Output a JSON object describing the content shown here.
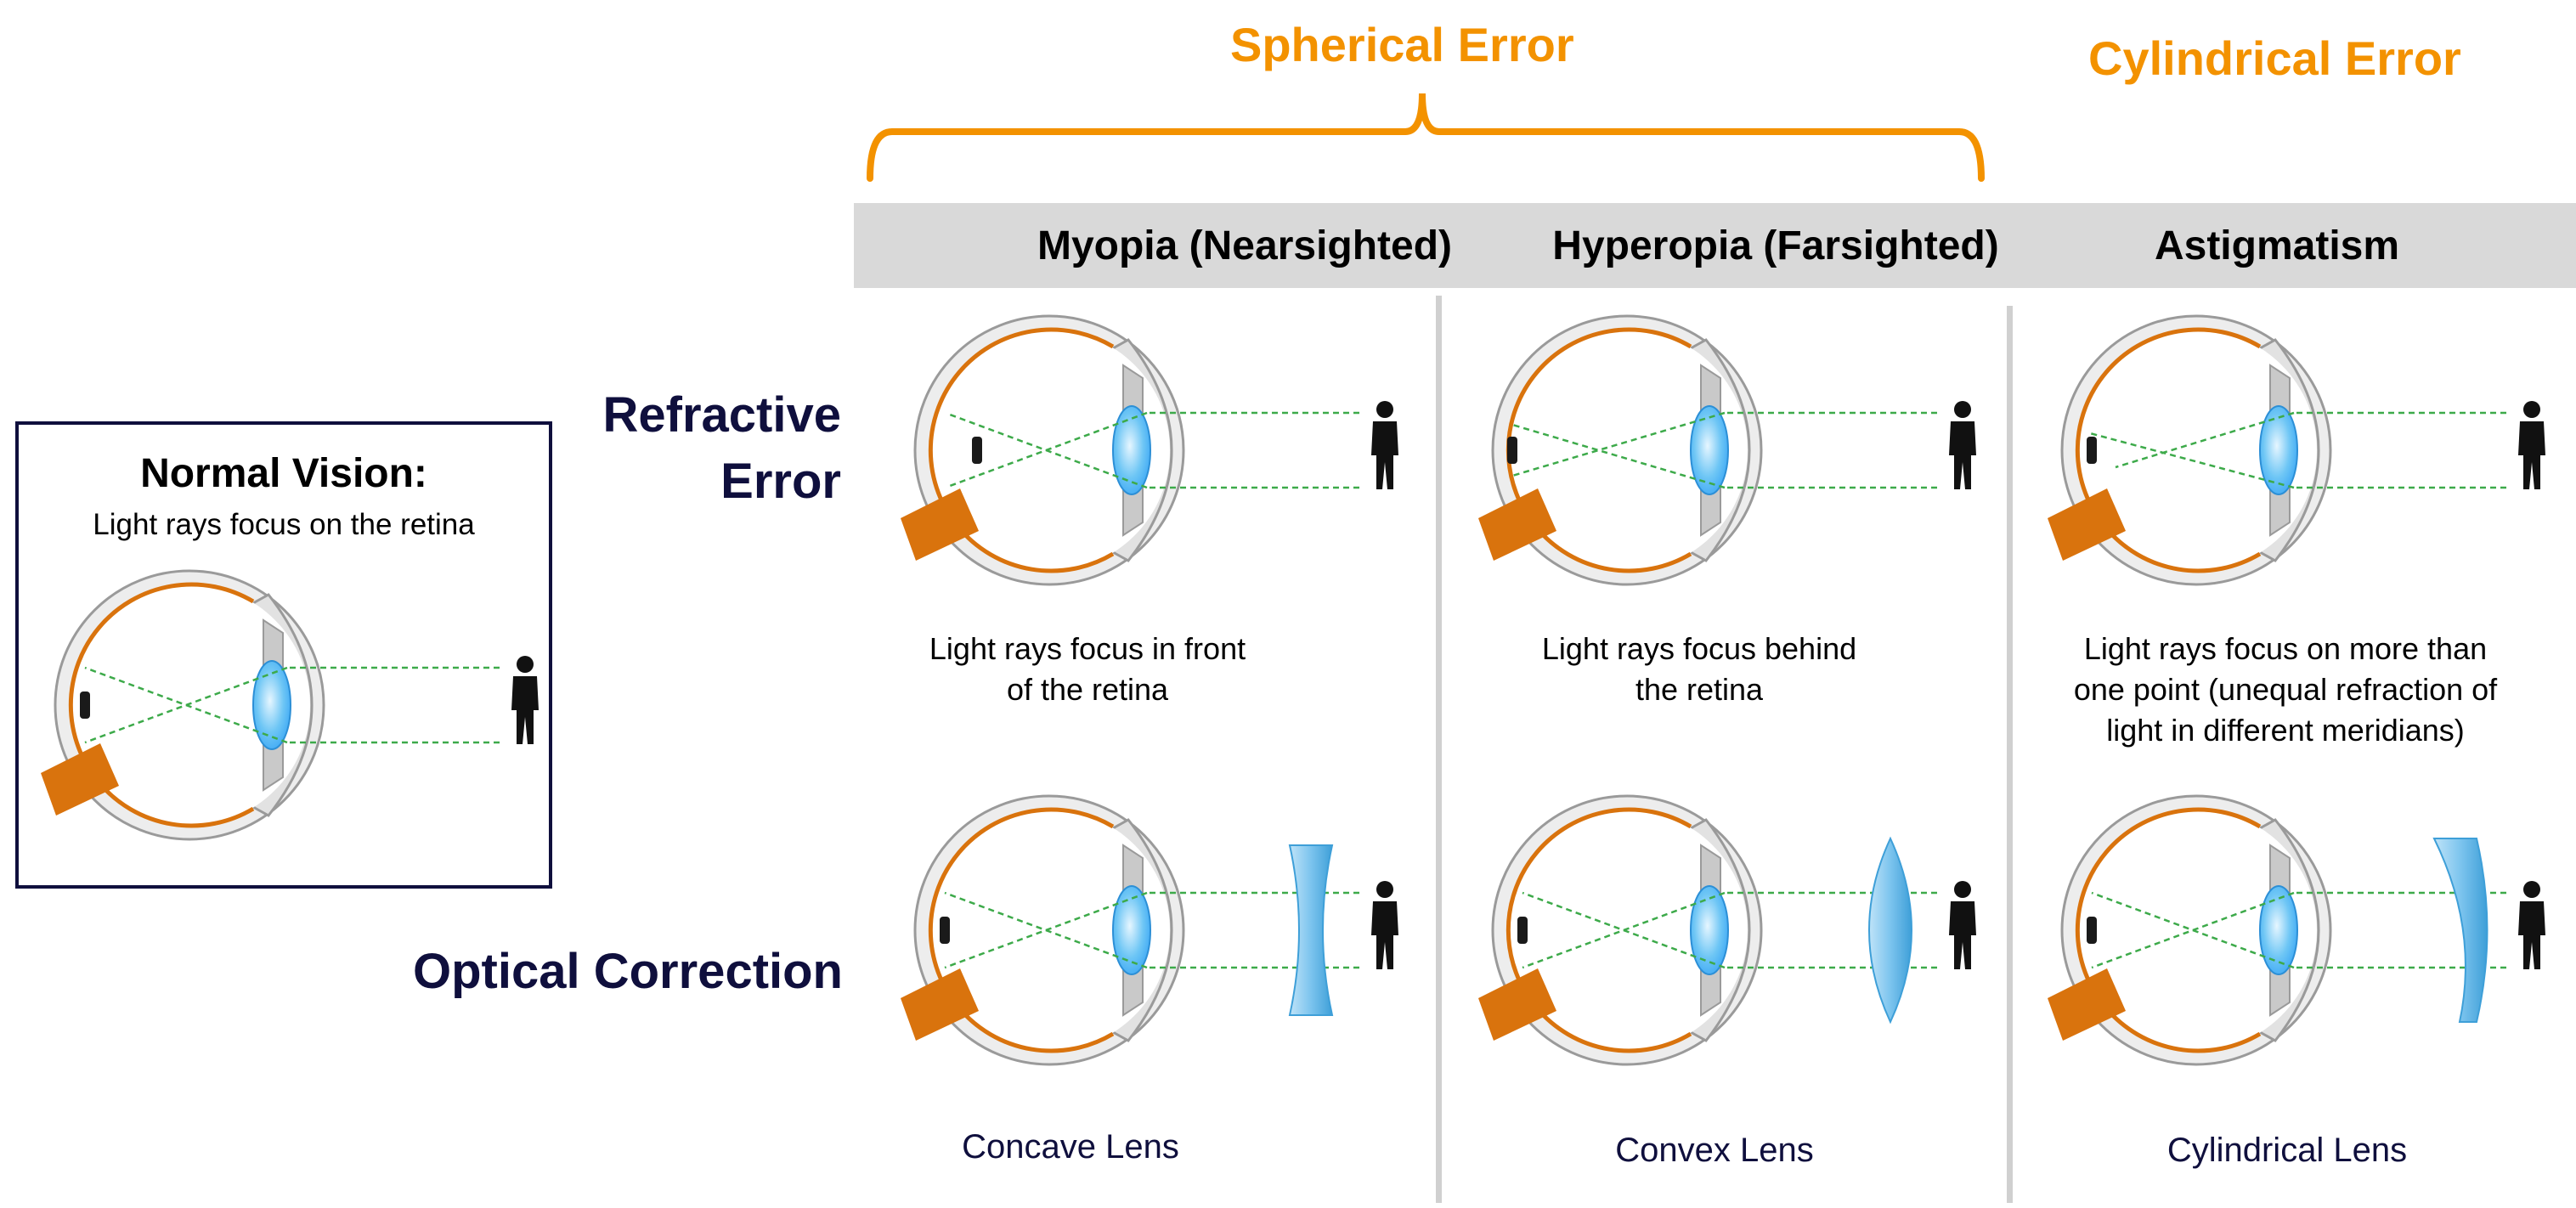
{
  "groups": {
    "spherical": "Spherical Error",
    "cylindrical": "Cylindrical Error"
  },
  "columns": [
    {
      "id": "myopia",
      "title": "Myopia (Nearsighted)",
      "refractive_caption": [
        "Light rays focus in front",
        "of the retina"
      ],
      "lens": "Concave Lens"
    },
    {
      "id": "hyperopia",
      "title": "Hyperopia (Farsighted)",
      "refractive_caption": [
        "Light rays focus behind",
        "the retina"
      ],
      "lens": "Convex Lens"
    },
    {
      "id": "astigmatism",
      "title": "Astigmatism",
      "refractive_caption": [
        "Light rays focus on more than",
        "one point (unequal refraction of",
        "light in different meridians)"
      ],
      "lens": "Cylindrical Lens"
    }
  ],
  "rows": {
    "refractive": [
      "Refractive",
      "Error"
    ],
    "correction": "Optical Correction"
  },
  "normal": {
    "title": "Normal Vision:",
    "subtitle": "Light rays focus on the retina"
  },
  "colors": {
    "accent": "#F39200",
    "navy": "#0F0F3D",
    "header_bar": "#D9D9D9",
    "nerve": "#D9730D",
    "lens": "#3FA9F5"
  }
}
